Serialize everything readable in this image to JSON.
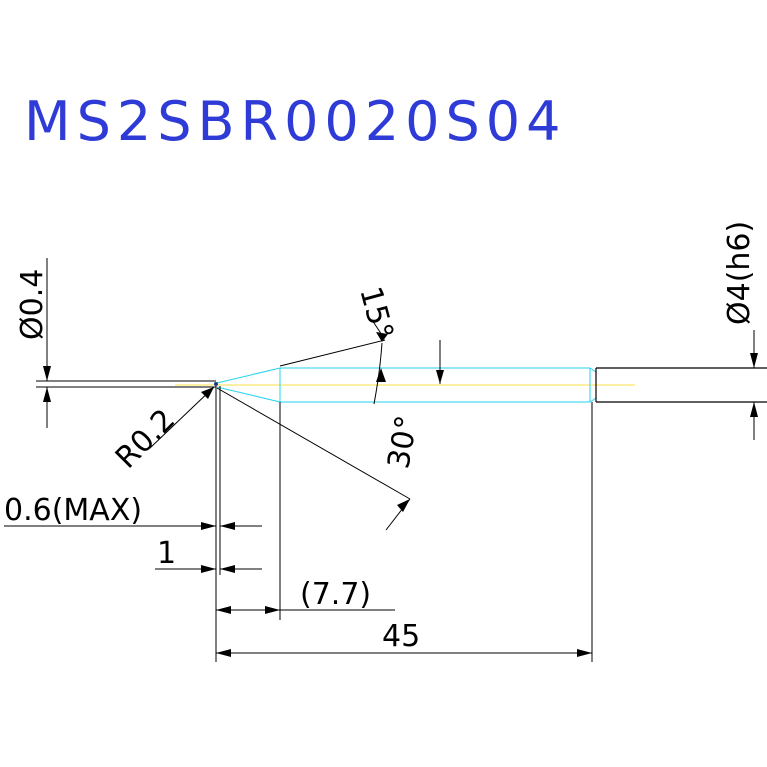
{
  "title": "MS2SBR0020S04",
  "colors": {
    "title": "#2f3bd6",
    "part_outline": "#000000",
    "hidden_outline": "#22d3ee",
    "center_line": "#fde047"
  },
  "dimensions": {
    "tip_diameter": "Ø0.4",
    "radius": "R0.2",
    "taper_angle": "15°",
    "cone_angle": "30°",
    "shank_diameter": "Ø4(h6)",
    "neck_max": "0.6(MAX)",
    "step": "1",
    "cut_length": "(7.7)",
    "overall_length": "45"
  }
}
